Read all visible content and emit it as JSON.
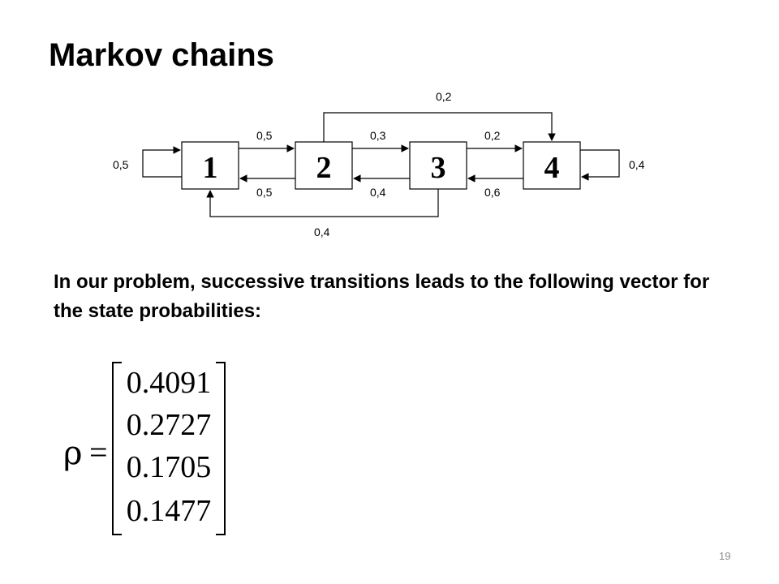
{
  "slide": {
    "title": "Markov chains",
    "page_number": "19"
  },
  "diagram": {
    "nodes": [
      {
        "id": "1",
        "label": "1"
      },
      {
        "id": "2",
        "label": "2"
      },
      {
        "id": "3",
        "label": "3"
      },
      {
        "id": "4",
        "label": "4"
      }
    ],
    "edges": [
      {
        "from": "1",
        "to": "1",
        "label": "0,5"
      },
      {
        "from": "1",
        "to": "2",
        "label": "0,5"
      },
      {
        "from": "2",
        "to": "1",
        "label": "0,5"
      },
      {
        "from": "2",
        "to": "3",
        "label": "0,3"
      },
      {
        "from": "2",
        "to": "4",
        "label": "0,2"
      },
      {
        "from": "3",
        "to": "2",
        "label": "0,4"
      },
      {
        "from": "3",
        "to": "4",
        "label": "0,2"
      },
      {
        "from": "3",
        "to": "1",
        "label": "0,4"
      },
      {
        "from": "4",
        "to": "3",
        "label": "0,6"
      },
      {
        "from": "4",
        "to": "4",
        "label": "0,4"
      }
    ]
  },
  "body": {
    "text": "In our problem, successive transitions leads to the following vector for the state probabilities:"
  },
  "equation": {
    "symbol": "ρ",
    "equals": "=",
    "vector": [
      "0.4091",
      "0.2727",
      "0.1705",
      "0.1477"
    ]
  }
}
